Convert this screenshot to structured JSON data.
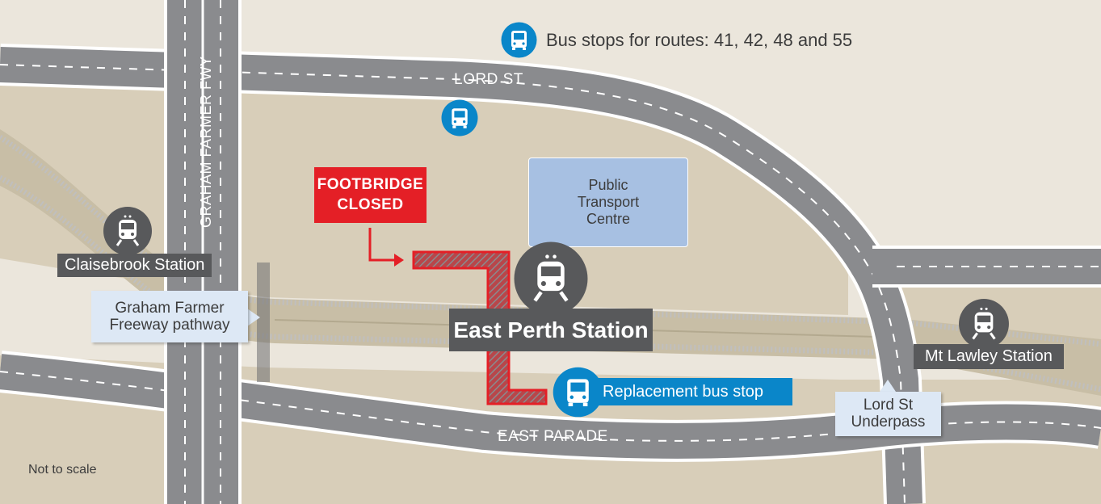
{
  "map": {
    "roads": {
      "lord_st": "LORD ST",
      "graham_farmer_fwy": "GRAHAM FARMER FWY",
      "east_parade": "EAST PARADE"
    },
    "bus_routes_note": "Bus stops for routes: 41, 42, 48 and 55",
    "footbridge_notice": {
      "line1": "FOOTBRIDGE",
      "line2": "CLOSED"
    },
    "public_transport_centre": {
      "line1": "Public",
      "line2": "Transport",
      "line3": "Centre"
    },
    "stations": {
      "claisebrook": "Claisebrook Station",
      "east_perth": "East Perth Station",
      "mt_lawley": "Mt Lawley Station"
    },
    "pathways": {
      "graham_farmer_line1": "Graham Farmer",
      "graham_farmer_line2": "Freeway pathway",
      "lord_st_line1": "Lord St",
      "lord_st_line2": "Underpass"
    },
    "replacement_bus_stop": "Replacement bus stop",
    "scale_note": "Not to scale",
    "icons": [
      "train-icon",
      "bus-icon"
    ],
    "colors": {
      "background": "#ebe6dc",
      "block": "#d8ceb9",
      "road": "#8a8b8e",
      "road_edge": "#ffffff",
      "rail_corridor": "#c8bea6",
      "station_dark": "#58595b",
      "bus_blue": "#0a86c9",
      "closed_red": "#e41f26",
      "ptc_blue": "#a7c0e2",
      "info_box": "#dde8f5"
    }
  }
}
